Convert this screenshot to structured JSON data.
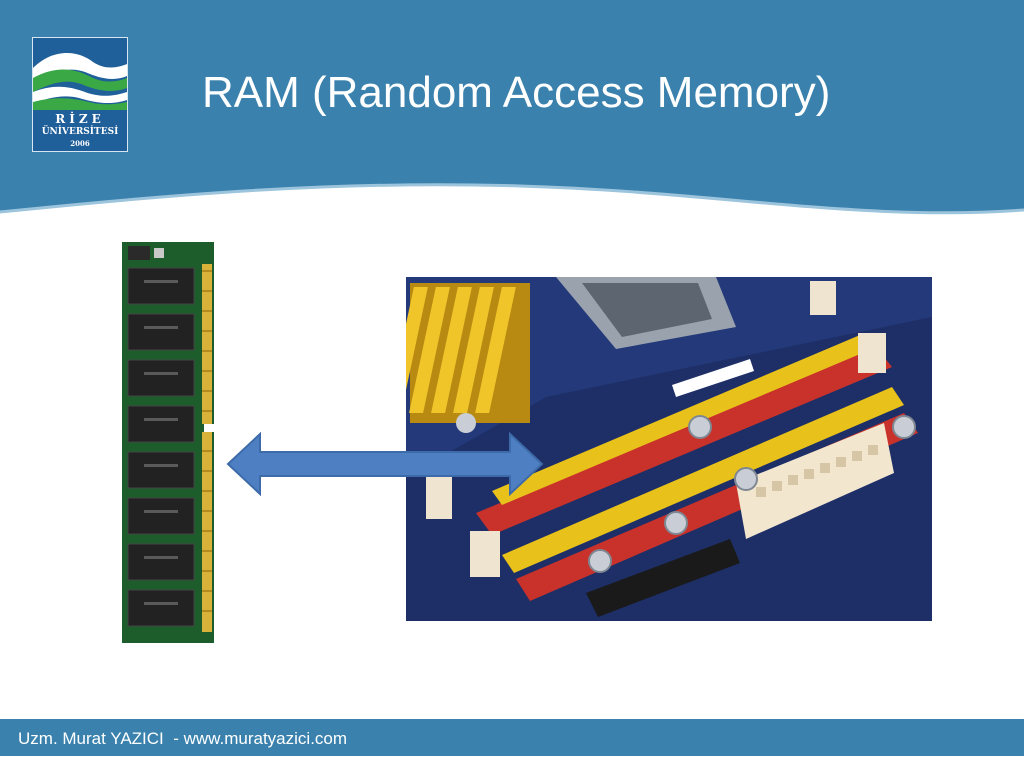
{
  "slide": {
    "title": "RAM (Random Access Memory)",
    "footer": "Uzm. Murat YAZICI  - www.muratyazici.com"
  },
  "logo": {
    "line1": "RİZE",
    "line2": "ÜNİVERSİTESİ",
    "line3": "2006"
  },
  "colors": {
    "header_blue": "#3a82ad",
    "arrow_blue": "#4f7fc3",
    "slot_yellow": "#e8c21a",
    "slot_red": "#c8322b",
    "board_blue": "#1f3270"
  }
}
